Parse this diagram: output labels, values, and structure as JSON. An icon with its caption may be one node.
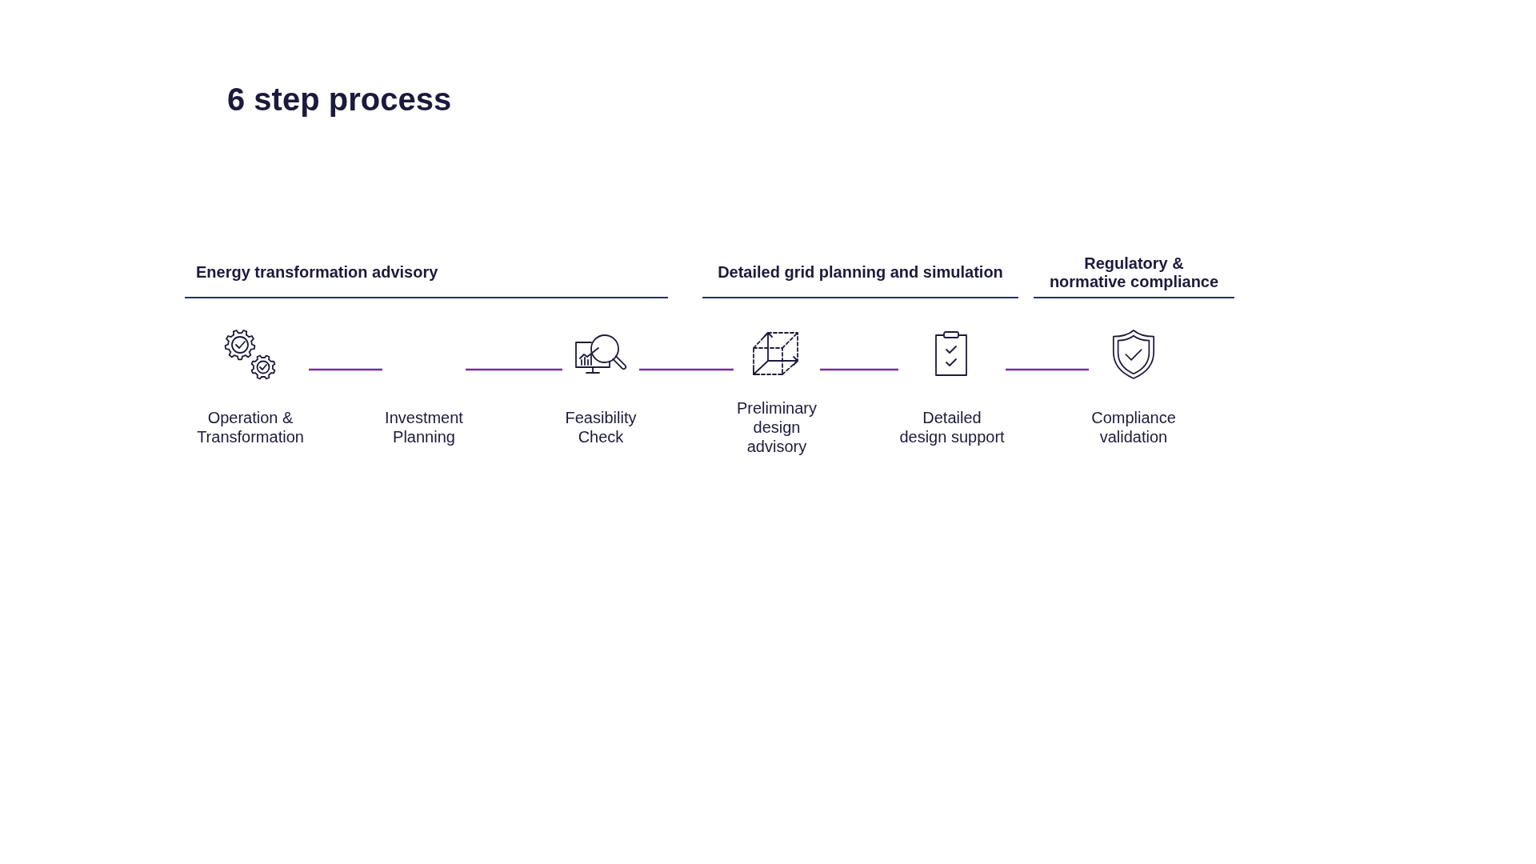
{
  "diagram": {
    "title": "6 step process",
    "nodes": [
      {
        "text": [
          "Operation & Transformation"
        ]
      },
      {
        "text": [
          "Investment Planning"
        ]
      },
      {
        "text": [
          "Feasibility Check"
        ]
      },
      {
        "text": [
          "Preliminary design advisory"
        ]
      },
      {
        "text": [
          "Detailed design support"
        ]
      },
      {
        "text": [
          "Compliance validation"
        ]
      }
    ],
    "edges": [
      {
        "from": 0,
        "to": 1,
        "arrow": "none"
      },
      {
        "from": 1,
        "to": 2,
        "arrow": "none"
      },
      {
        "from": 2,
        "to": 3,
        "arrow": "none"
      },
      {
        "from": 3,
        "to": 4,
        "arrow": "none"
      },
      {
        "from": 4,
        "to": 5,
        "arrow": "none"
      }
    ],
    "labels": [
      "Energy transformation advisory",
      "Detailed grid planning and simulation",
      "Regulatory & normative compliance"
    ]
  }
}
